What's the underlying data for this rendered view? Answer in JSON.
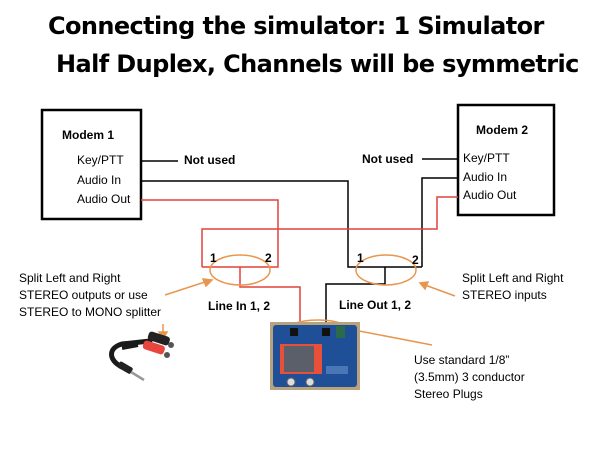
{
  "title": {
    "line1": "Connecting the simulator: 1 Simulator",
    "line2": "Half Duplex,  Channels will be symmetric"
  },
  "modem1": {
    "name": "Modem 1",
    "pins": [
      "Key/PTT",
      "Audio In",
      "Audio Out"
    ],
    "not_used_label": "Not used"
  },
  "modem2": {
    "name": "Modem 2",
    "pins": [
      "Key/PTT",
      "Audio In",
      "Audio Out"
    ],
    "not_used_label": "Not used"
  },
  "line_in": {
    "label": "Line In 1, 2",
    "pin1": "1",
    "pin2": "2"
  },
  "line_out": {
    "label": "Line Out 1, 2",
    "pin1": "1",
    "pin2": "2"
  },
  "notes": {
    "left": [
      "Split Left and Right",
      "STEREO outputs  or use",
      "STEREO to MONO splitter"
    ],
    "right": [
      "Split Left and Right",
      "STEREO inputs"
    ],
    "bottom": [
      "Use standard 1/8”",
      "(3.5mm) 3 conductor",
      "Stereo Plugs"
    ]
  },
  "images": {
    "splitter": "stereo-splitter-cable",
    "board": "simulator-board"
  },
  "colors": {
    "wire_black": "#000000",
    "wire_red": "#e0443a",
    "callout_orange": "#e8964f"
  }
}
